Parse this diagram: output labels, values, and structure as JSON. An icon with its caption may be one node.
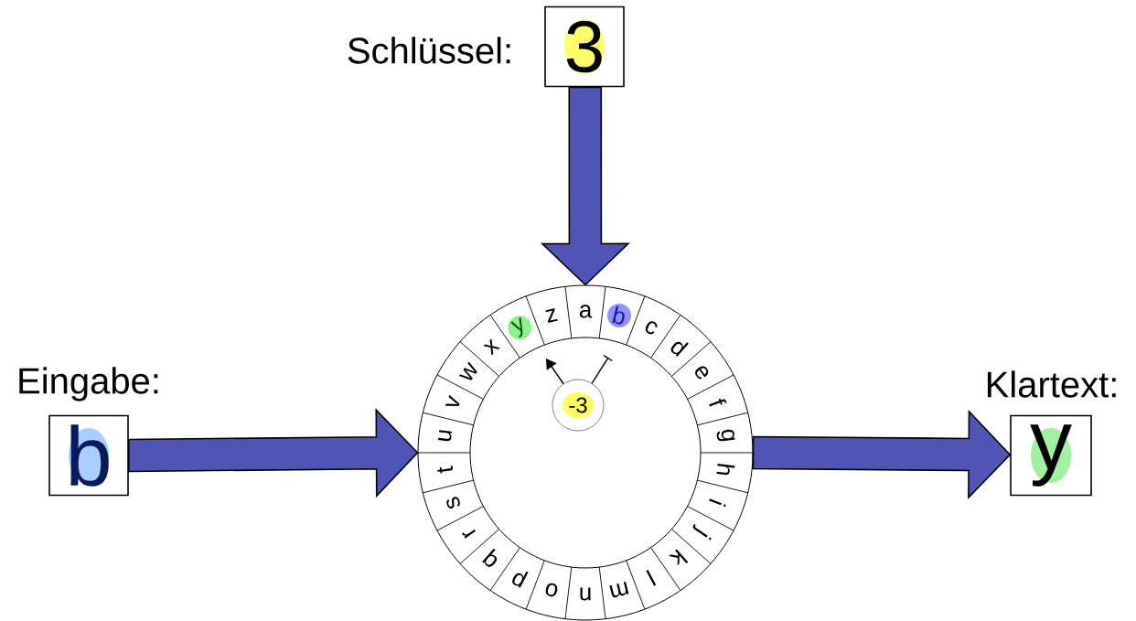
{
  "diagram": {
    "nodes": [
      {
        "text": [
          "Schlüssel:",
          "3"
        ]
      },
      {
        "text": [
          "Eingabe:",
          "b"
        ]
      },
      {
        "text": [
          "a",
          "b",
          "c",
          "d",
          "e",
          "f",
          "g",
          "h",
          "i",
          "j",
          "k",
          "l",
          "m",
          "n",
          "o",
          "p",
          "q",
          "r",
          "s",
          "t",
          "u",
          "v",
          "w",
          "x",
          "y",
          "z"
        ]
      },
      {
        "text": [
          "-3"
        ],
        "in": 2
      },
      {
        "text": [
          "Klartext:",
          "y"
        ]
      }
    ],
    "edges": [
      {
        "from": 0,
        "to": 2,
        "arrow": "to"
      },
      {
        "from": 1,
        "to": 2,
        "arrow": "to"
      },
      {
        "from": 2,
        "to": 4,
        "arrow": "to"
      }
    ]
  }
}
